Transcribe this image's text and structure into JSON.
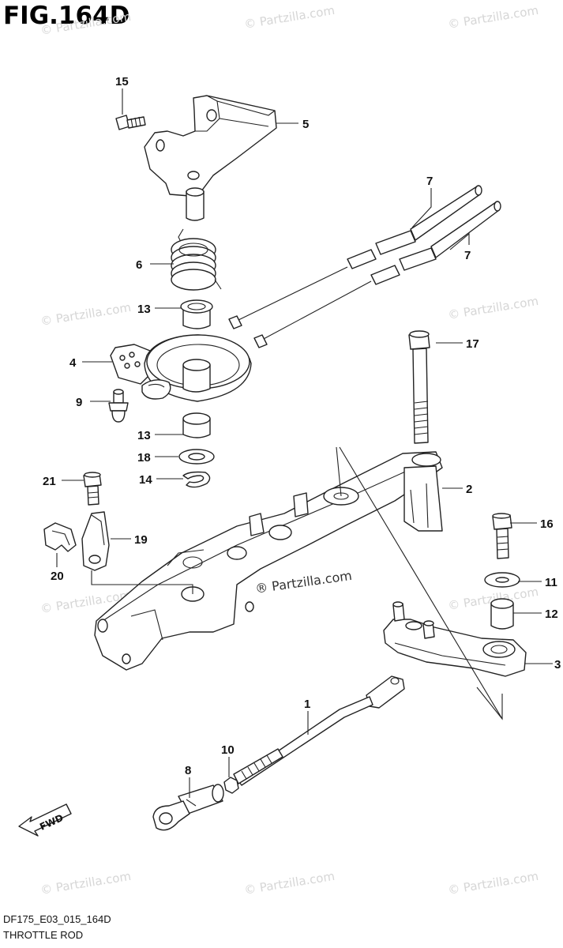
{
  "figure": {
    "title": "FIG.164D",
    "code": "DF175_E03_015_164D",
    "name": "THROTTLE ROD"
  },
  "watermark": "© Partzilla.com",
  "center_watermark": "Partzilla.com",
  "fwd_label": "FWD",
  "callouts": {
    "p1": "1",
    "p2": "2",
    "p3": "3",
    "p4": "4",
    "p5": "5",
    "p6": "6",
    "p7a": "7",
    "p7b": "7",
    "p8": "8",
    "p9": "9",
    "p10": "10",
    "p11": "11",
    "p12": "12",
    "p13a": "13",
    "p13b": "13",
    "p14": "14",
    "p15": "15",
    "p16": "16",
    "p17": "17",
    "p18": "18",
    "p19": "19",
    "p20": "20",
    "p21": "21"
  }
}
